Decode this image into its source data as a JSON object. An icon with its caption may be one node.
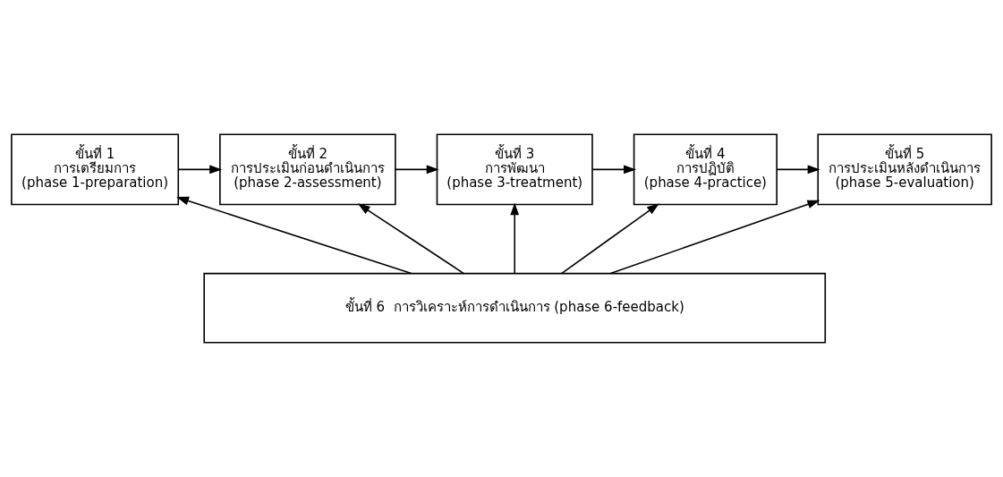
{
  "diagram": {
    "nodes": [
      {
        "text": [
          "ขั้นที่ 1",
          "การเตรียมการ",
          "(phase 1-preparation)"
        ]
      },
      {
        "text": [
          "ขั้นที่ 2",
          "การประเมินก่อนดำเนินการ",
          "(phase 2-assessment)"
        ]
      },
      {
        "text": [
          "ขั้นที่ 3",
          "การพัฒนา",
          "(phase 3-treatment)"
        ]
      },
      {
        "text": [
          "ขั้นที่ 4",
          "การปฏิบัติ",
          "(phase 4-practice)"
        ]
      },
      {
        "text": [
          "ขั้นที่ 5",
          "การประเมินหลังดำเนินการ",
          "(phase 5-evaluation)"
        ]
      },
      {
        "text": [
          "ขั้นที่ 6  การวิเคราะห์การดำเนินการ (phase 6-feedback)"
        ]
      }
    ],
    "edges": [
      {
        "from": 0,
        "to": 1,
        "arrow": "to"
      },
      {
        "from": 1,
        "to": 2,
        "arrow": "to"
      },
      {
        "from": 2,
        "to": 3,
        "arrow": "to"
      },
      {
        "from": 3,
        "to": 4,
        "arrow": "to"
      },
      {
        "from": 5,
        "to": 0,
        "arrow": "to"
      },
      {
        "from": 5,
        "to": 1,
        "arrow": "to"
      },
      {
        "from": 5,
        "to": 2,
        "arrow": "to"
      },
      {
        "from": 5,
        "to": 3,
        "arrow": "to"
      },
      {
        "from": 5,
        "to": 4,
        "arrow": "to"
      }
    ]
  }
}
